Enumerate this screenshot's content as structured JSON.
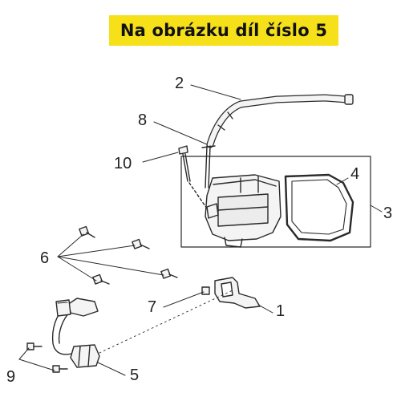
{
  "banner": {
    "text": "Na obrázku díl číslo 5"
  },
  "callouts": [
    "1",
    "2",
    "3",
    "4",
    "5",
    "6",
    "7",
    "8",
    "9",
    "10"
  ],
  "colors": {
    "banner_bg": "#f5e01a",
    "line": "#2a2a2a",
    "part_fill": "#f4f4f4"
  }
}
